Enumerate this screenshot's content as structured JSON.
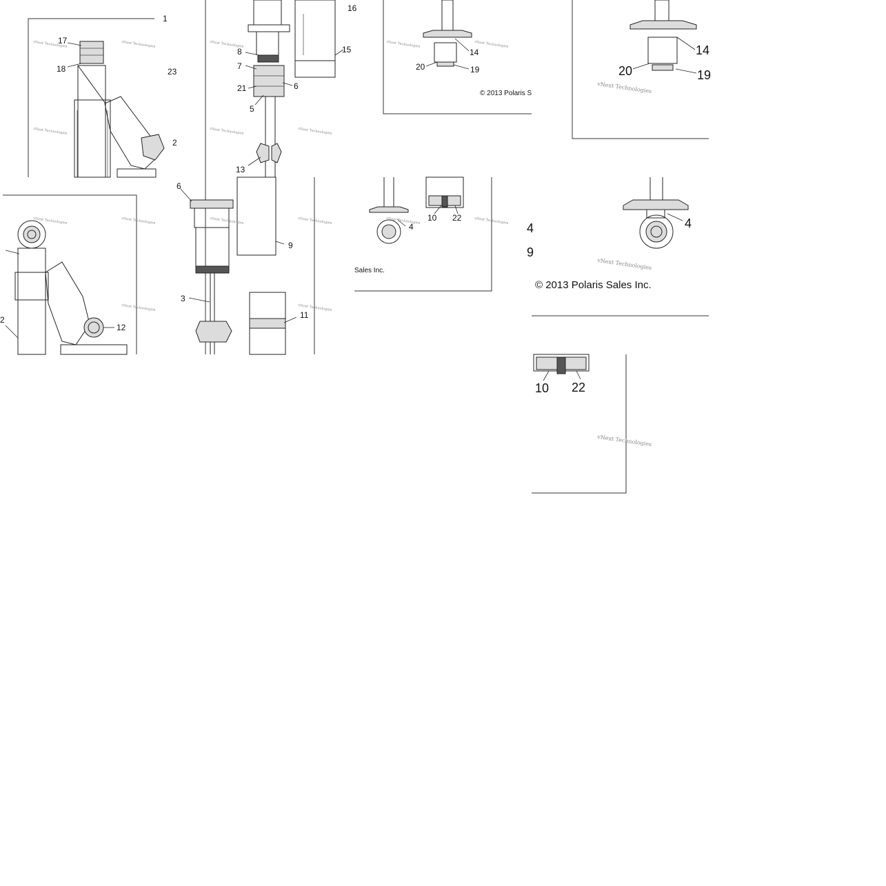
{
  "copyright_small": "© 2013 Polaris S",
  "copyright_large": "© 2013 Polaris Sales Inc.",
  "copyright_fragment": "Sales Inc.",
  "watermark": "vNext Technologies",
  "labels": {
    "l1": "1",
    "l2": "2",
    "l3": "3",
    "l4": "4",
    "l5": "5",
    "l6": "6",
    "l7": "7",
    "l8": "8",
    "l9": "9",
    "l10": "10",
    "l11": "11",
    "l12": "12",
    "l13": "13",
    "l14": "14",
    "l15": "15",
    "l16": "16",
    "l17": "17",
    "l18": "18",
    "l19": "19",
    "l20": "20",
    "l21": "21",
    "l22": "22",
    "l23": "23",
    "l14_partial": "4",
    "l9_partial": "9",
    "l12_partial": "2"
  }
}
